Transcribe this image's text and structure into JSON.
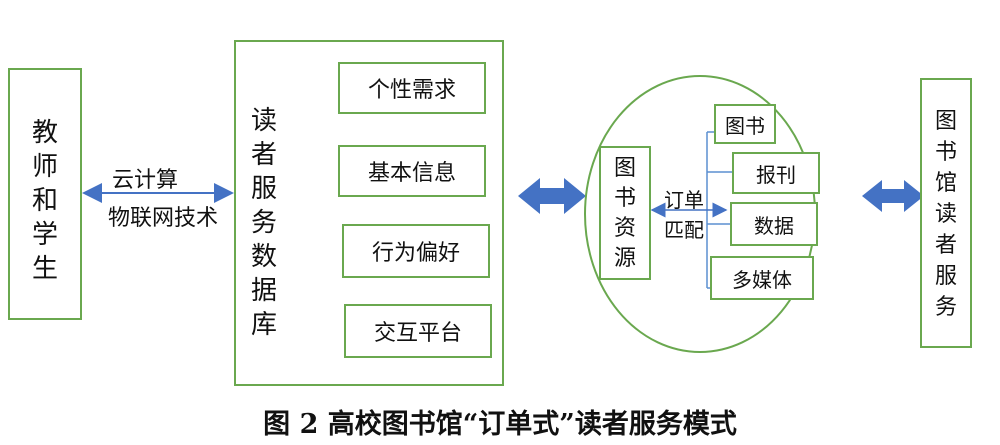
{
  "left_box": {
    "text": "教师和学生"
  },
  "link_label": {
    "line1": "云计算",
    "line2": "物联网技术"
  },
  "db_box": {
    "title": "读者服务数据库",
    "items": [
      "个性需求",
      "基本信息",
      "行为偏好",
      "交互平台"
    ]
  },
  "resource": {
    "title": "图书资源",
    "match_label": {
      "line1": "订单",
      "line2": "匹配"
    },
    "items": [
      "图书",
      "报刊",
      "数据",
      "多媒体"
    ]
  },
  "right_box": {
    "text": "图书馆读者服务"
  },
  "caption": "图 2   高校图书馆“订单式”读者服务模式",
  "colors": {
    "box_border": "#6aa84f",
    "arrow": "#4472c4",
    "line": "#5b8fd1"
  }
}
